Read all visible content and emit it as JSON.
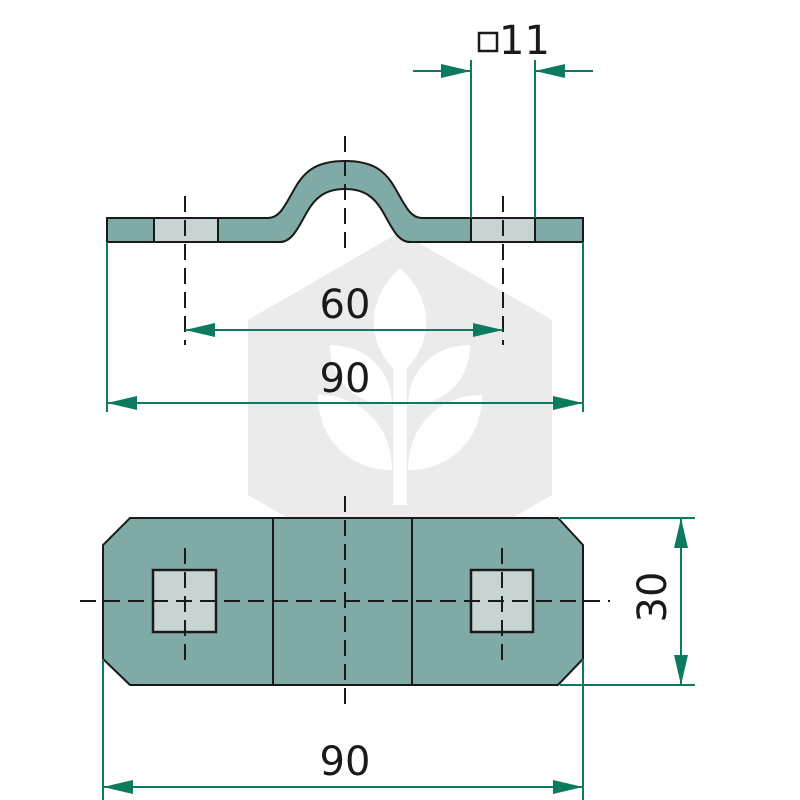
{
  "drawing": {
    "hole_size_label": "11",
    "hole_center_distance_label": "60",
    "overall_length_side_label": "90",
    "overall_length_top_label": "90",
    "width_label": "30"
  },
  "colors": {
    "part_fill": "#7faaa6",
    "hole_fill": "#c8d4d3",
    "outline": "#1a1a1a",
    "dimension_line": "#0b7a5e",
    "watermark": "#e9e9e9"
  },
  "icons": {
    "watermark": "leaf-logo-icon",
    "square_symbol": "square-symbol-icon"
  }
}
